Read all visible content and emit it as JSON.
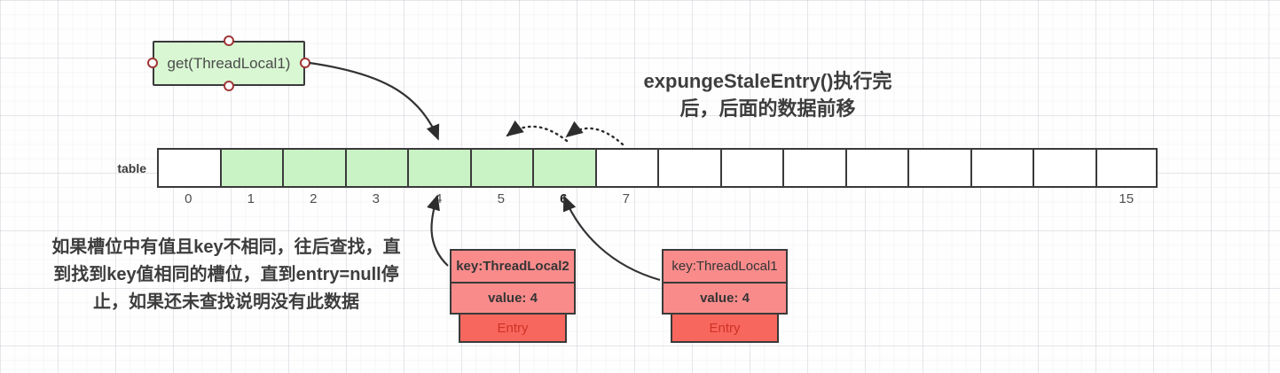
{
  "colors": {
    "node-green": "#d8f7d2",
    "cell-green": "#c9f2c5",
    "entry-pink": "#f98b8b",
    "entry-red": "#f8675d",
    "entry-text-red": "#cf3226",
    "line-dark": "#3a3a3a",
    "handle-red": "#a03636"
  },
  "get_box": {
    "label": "get(ThreadLocal1)"
  },
  "title": {
    "text": "expungeStaleEntry()执行完\n后，后面的数据前移"
  },
  "note": {
    "text": "如果槽位中有值且key不相同，往后查找，直\n到找到key值相同的槽位，直到entry=null停\n止，如果还未查找说明没有此数据"
  },
  "array": {
    "label": "table",
    "cells": [
      {
        "index": "0",
        "filled": false,
        "bold": false
      },
      {
        "index": "1",
        "filled": true,
        "bold": false
      },
      {
        "index": "2",
        "filled": true,
        "bold": false
      },
      {
        "index": "3",
        "filled": true,
        "bold": false
      },
      {
        "index": "4",
        "filled": true,
        "bold": false
      },
      {
        "index": "5",
        "filled": true,
        "bold": false
      },
      {
        "index": "6",
        "filled": true,
        "bold": true
      },
      {
        "index": "7",
        "filled": false,
        "bold": false
      },
      {
        "index": "",
        "filled": false,
        "bold": false
      },
      {
        "index": "",
        "filled": false,
        "bold": false
      },
      {
        "index": "",
        "filled": false,
        "bold": false
      },
      {
        "index": "",
        "filled": false,
        "bold": false
      },
      {
        "index": "",
        "filled": false,
        "bold": false
      },
      {
        "index": "",
        "filled": false,
        "bold": false
      },
      {
        "index": "",
        "filled": false,
        "bold": false
      },
      {
        "index": "15",
        "filled": false,
        "bold": false
      }
    ]
  },
  "entries": [
    {
      "key": "key:ThreadLocal2",
      "value": "value: 4",
      "label": "Entry",
      "key_bold": true
    },
    {
      "key": "key:ThreadLocal1",
      "value": "value: 4",
      "label": "Entry",
      "key_bold": false
    }
  ]
}
